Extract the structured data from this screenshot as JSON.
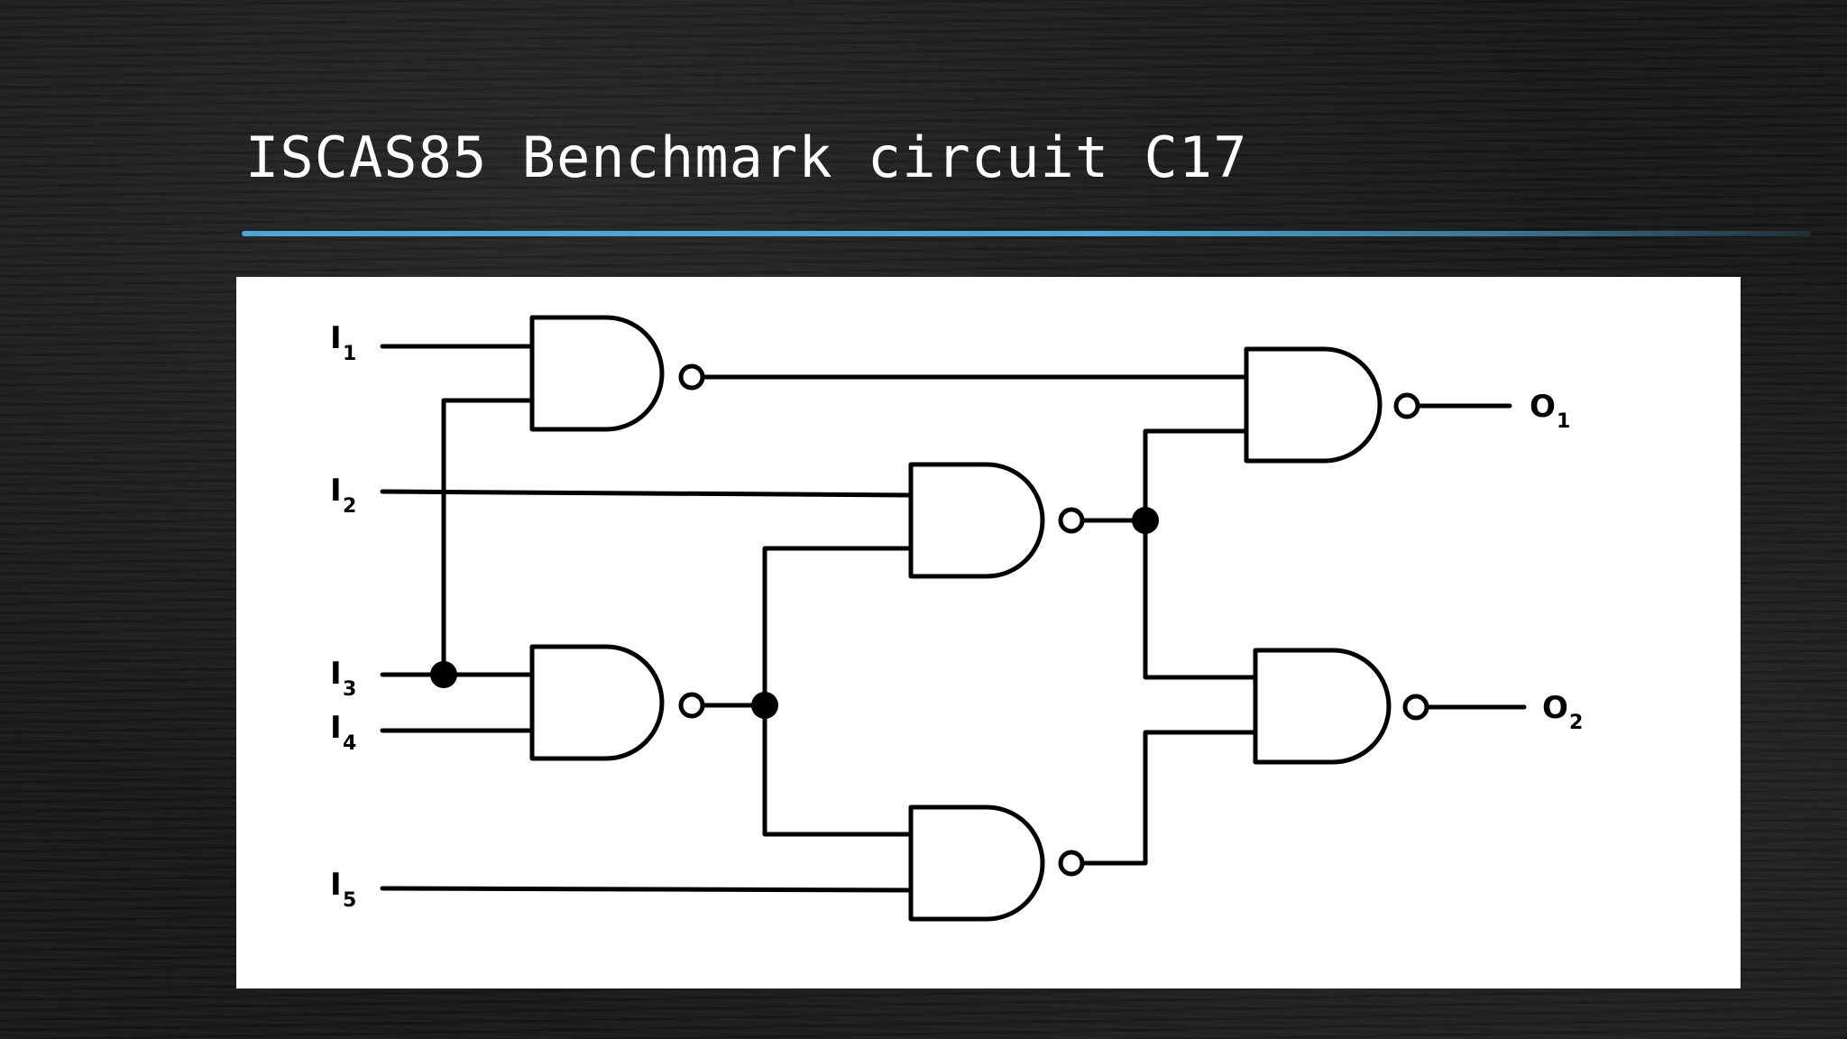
{
  "slide": {
    "title": "ISCAS85 Benchmark circuit C17",
    "accent_color": "#4aa6d6",
    "background_color": "#1c1c1c"
  },
  "circuit": {
    "inputs": [
      {
        "name": "I",
        "sub": "1"
      },
      {
        "name": "I",
        "sub": "2"
      },
      {
        "name": "I",
        "sub": "3"
      },
      {
        "name": "I",
        "sub": "4"
      },
      {
        "name": "I",
        "sub": "5"
      }
    ],
    "outputs": [
      {
        "name": "O",
        "sub": "1"
      },
      {
        "name": "O",
        "sub": "2"
      }
    ],
    "gates": [
      {
        "id": "G1",
        "type": "NAND",
        "inputs": [
          "I1",
          "I3"
        ]
      },
      {
        "id": "G2",
        "type": "NAND",
        "inputs": [
          "I3",
          "I4"
        ]
      },
      {
        "id": "G3",
        "type": "NAND",
        "inputs": [
          "I2",
          "G2"
        ]
      },
      {
        "id": "G4",
        "type": "NAND",
        "inputs": [
          "G2",
          "I5"
        ]
      },
      {
        "id": "G5",
        "type": "NAND",
        "inputs": [
          "G1",
          "G3"
        ]
      },
      {
        "id": "G6",
        "type": "NAND",
        "inputs": [
          "G3",
          "G4"
        ]
      }
    ]
  }
}
